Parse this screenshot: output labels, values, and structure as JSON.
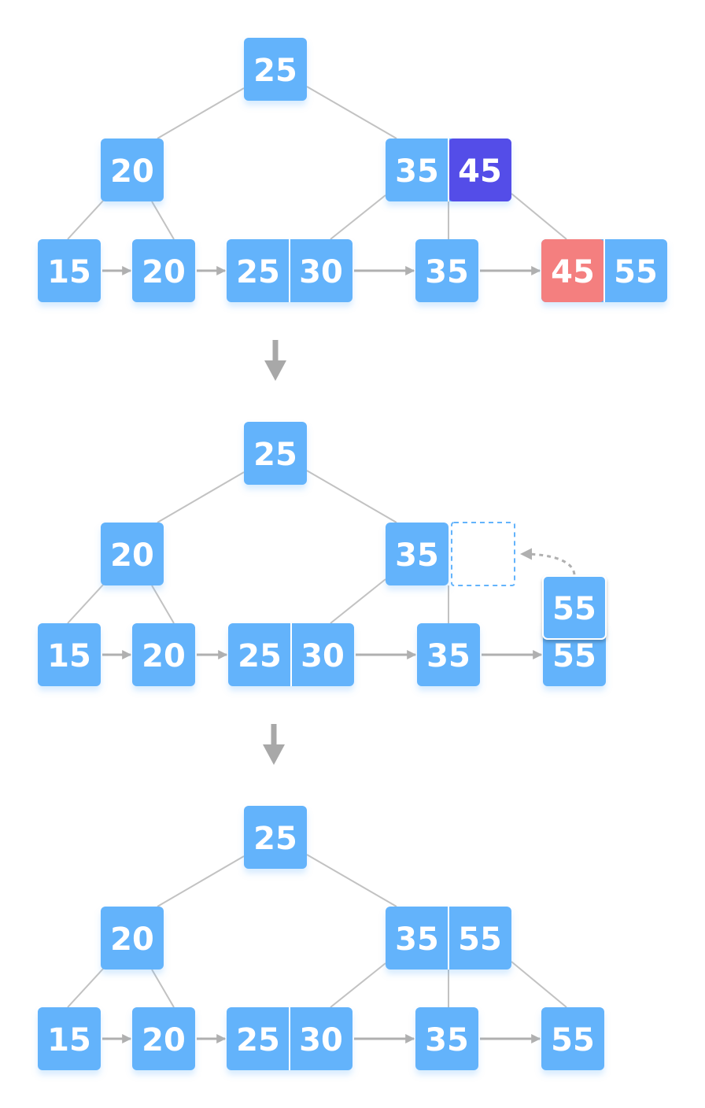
{
  "colors": {
    "node": "#63b3fb",
    "highlight": "#544de8",
    "alert": "#f47f7f",
    "edge": "#c2c2c2",
    "arrow": "#b0b0b0",
    "placeholder": "#63b3fb"
  },
  "stages": [
    {
      "root": [
        "25"
      ],
      "internal_left": [
        "20"
      ],
      "internal_right": [
        "35",
        "45"
      ],
      "leaves": [
        [
          "15"
        ],
        [
          "20"
        ],
        [
          "25",
          "30"
        ],
        [
          "35"
        ],
        [
          "45",
          "55"
        ]
      ]
    },
    {
      "root": [
        "25"
      ],
      "internal_left": [
        "20"
      ],
      "internal_right": [
        "35"
      ],
      "leaves": [
        [
          "15"
        ],
        [
          "20"
        ],
        [
          "25",
          "30"
        ],
        [
          "35"
        ],
        [
          "55"
        ]
      ],
      "moving_key": "55"
    },
    {
      "root": [
        "25"
      ],
      "internal_left": [
        "20"
      ],
      "internal_right": [
        "35",
        "55"
      ],
      "leaves": [
        [
          "15"
        ],
        [
          "20"
        ],
        [
          "25",
          "30"
        ],
        [
          "35"
        ],
        [
          "55"
        ]
      ]
    }
  ],
  "icons": {
    "step_arrow": "down-arrow-icon",
    "move_arrow": "curved-arrow-icon"
  }
}
